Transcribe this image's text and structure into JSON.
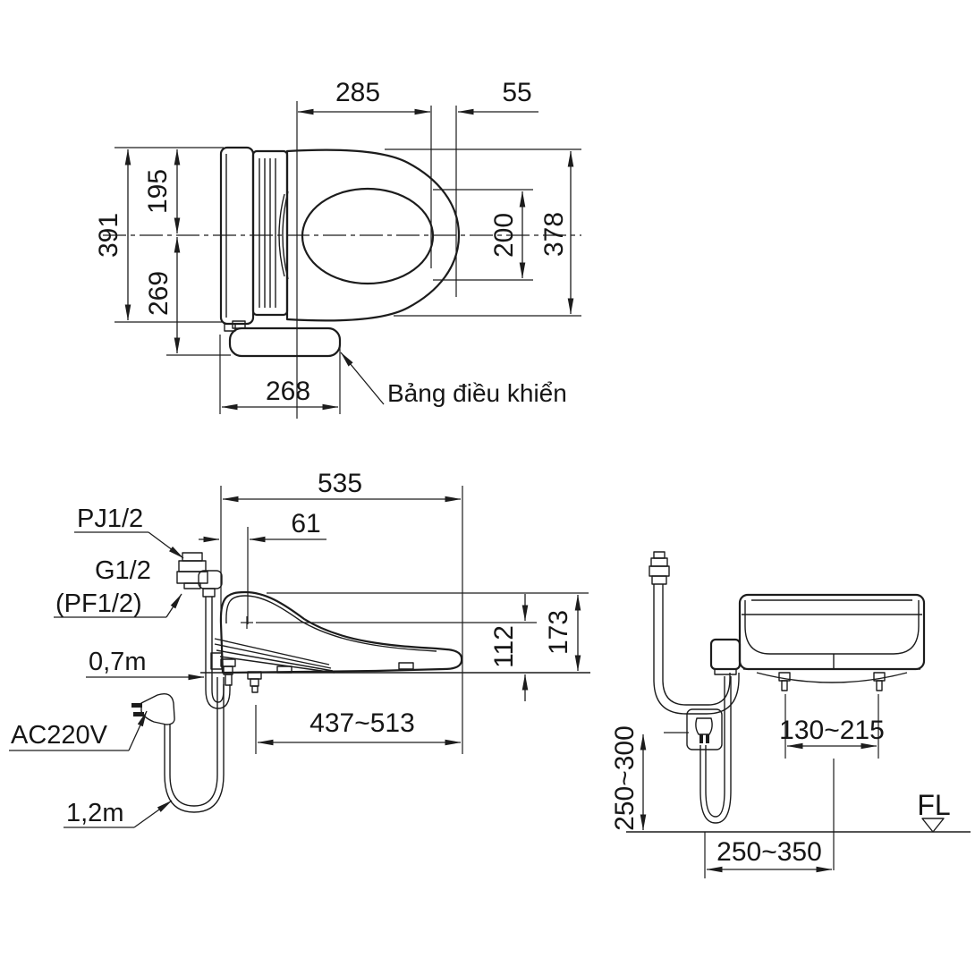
{
  "page": {
    "background": "#ffffff",
    "line_color": "#1c1c1c"
  },
  "top_view": {
    "dims": {
      "d285": "285",
      "d55": "55",
      "d391": "391",
      "d195": "195",
      "d269": "269",
      "d200": "200",
      "d378": "378",
      "d268": "268"
    },
    "control_panel_label": "Bảng điều khiển"
  },
  "side_view": {
    "dims": {
      "d535": "535",
      "d61": "61",
      "d437_513": "437~513",
      "d112": "112",
      "d173": "173"
    },
    "labels": {
      "pj": "PJ1/2",
      "g": "G1/2",
      "pf": "(PF1/2)",
      "hose_length": "0,7m",
      "power": "AC220V",
      "cord_length": "1,2m"
    }
  },
  "rear_view": {
    "dims": {
      "d130_215": "130~215",
      "d250_300": "250~300",
      "d250_350": "250~350"
    },
    "floor_label": "FL"
  }
}
